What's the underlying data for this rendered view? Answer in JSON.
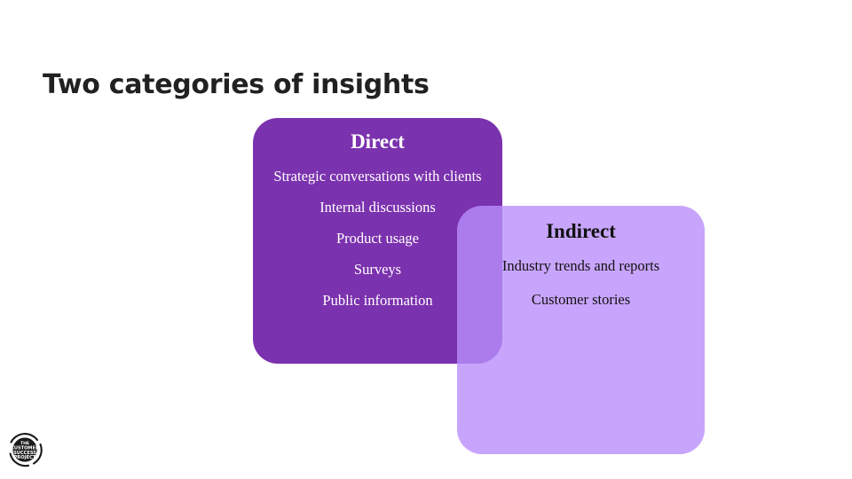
{
  "slide": {
    "title": "Two categories of insights",
    "background_color": "#FFFFFF",
    "title_color": "#212121"
  },
  "diagram": {
    "type": "overlapping-rounded-rectangles",
    "cards": [
      {
        "id": "direct",
        "heading": "Direct",
        "fill_color": "#7B32AE",
        "text_color": "#FFFFFF",
        "items": [
          "Strategic conversations with clients",
          "Internal discussions",
          "Product usage",
          "Surveys",
          "Public information"
        ]
      },
      {
        "id": "indirect",
        "heading": "Indirect",
        "fill_color": "#BA8EFB",
        "text_color": "#111111",
        "items": [
          "Industry trends and reports",
          "Customer stories"
        ]
      }
    ],
    "overlap_color": "#AC82EC"
  },
  "logo": {
    "name": "the-customer-success-project-logo",
    "line1": "THE",
    "line2": "CUSTOMER",
    "line3": "SUCCESS",
    "line4": "PROJECT",
    "color": "#1A1A1A"
  }
}
